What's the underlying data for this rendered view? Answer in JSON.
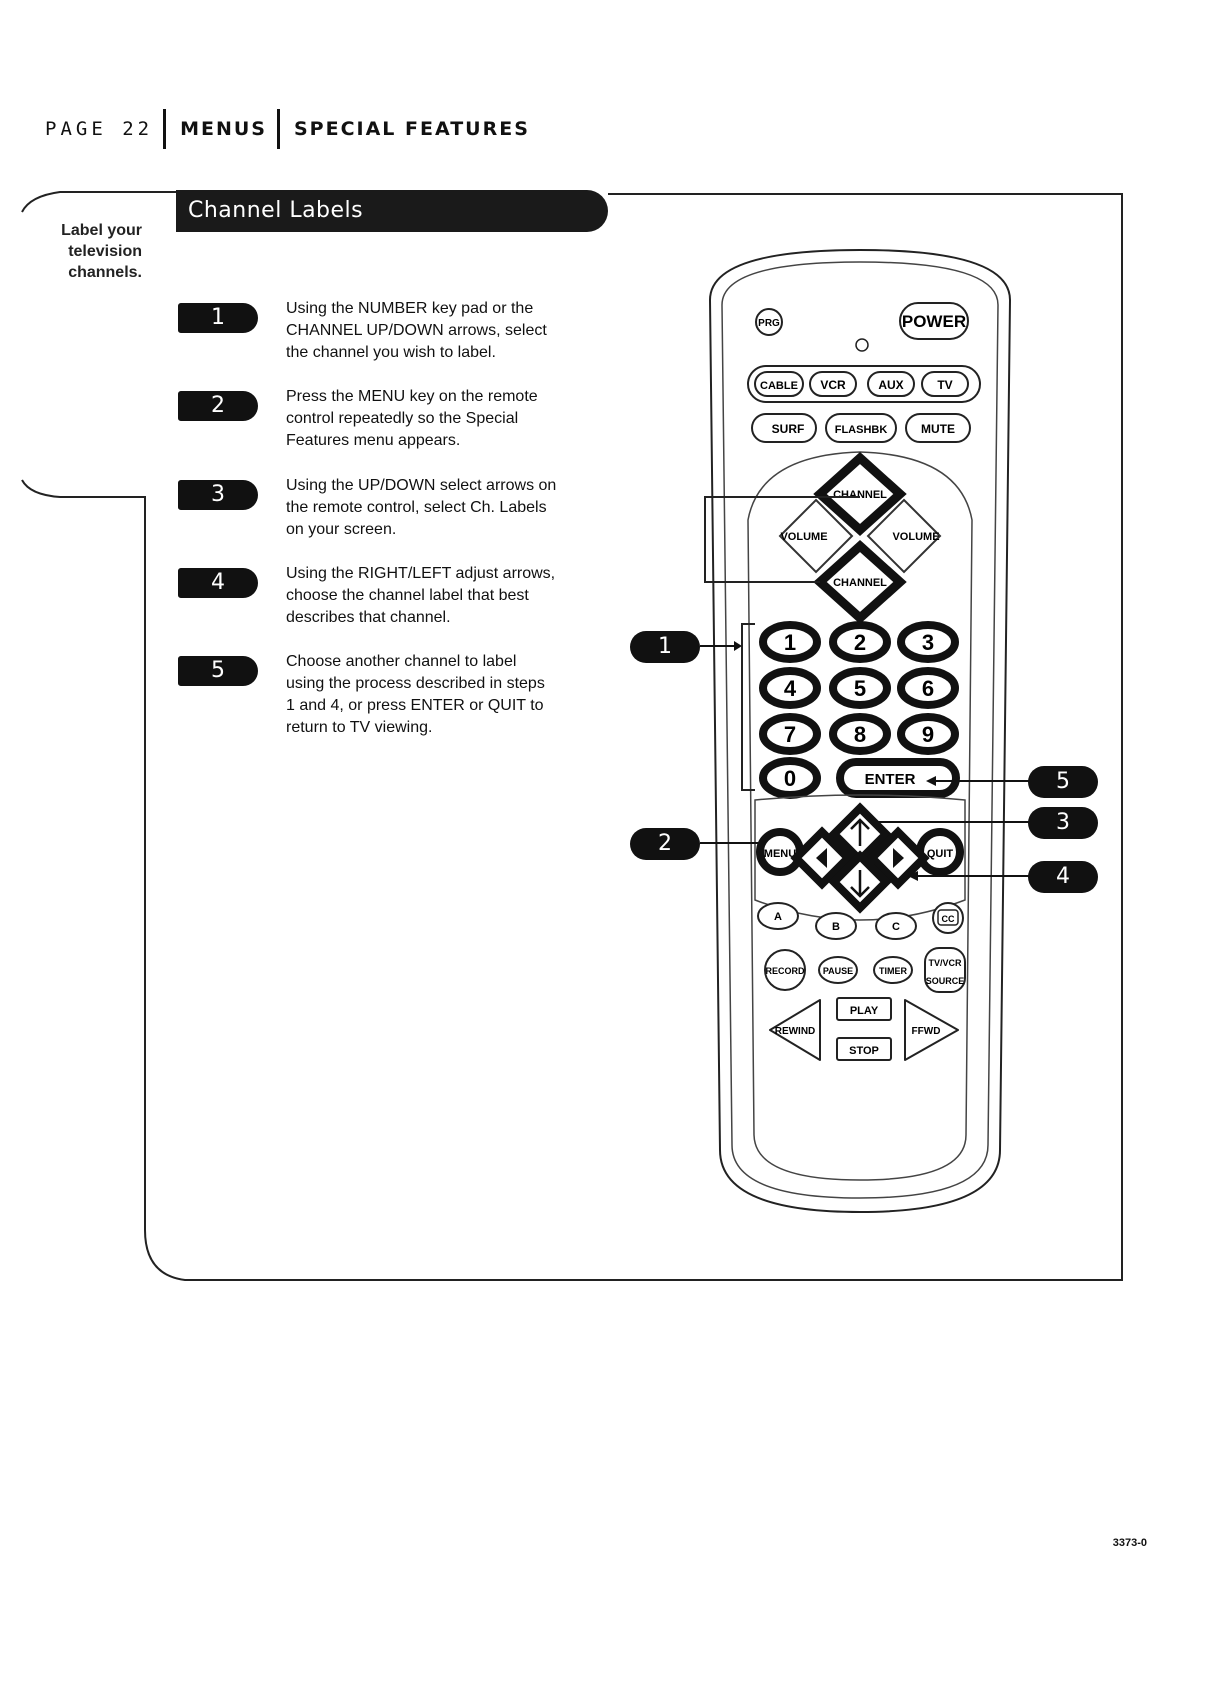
{
  "header": {
    "page": "PAGE 22",
    "section1": "MENUS",
    "section2": "SPECIAL FEATURES"
  },
  "title": "Channel Labels",
  "side_label": [
    "Label your",
    "television",
    "channels."
  ],
  "steps": [
    {
      "num": "1",
      "text": "Using the NUMBER key pad or the CHANNEL UP/DOWN arrows, select the channel you wish to label."
    },
    {
      "num": "2",
      "text": "Press the MENU key on the remote control repeatedly so the Special Features menu appears."
    },
    {
      "num": "3",
      "text": "Using the UP/DOWN select arrows on the remote control, select Ch. Labels on your screen."
    },
    {
      "num": "4",
      "text": "Using the RIGHT/LEFT adjust arrows, choose the channel label that best describes that channel."
    },
    {
      "num": "5",
      "text": "Choose another channel to label using the process described in steps 1 and 4, or press ENTER or QUIT to return to TV viewing."
    }
  ],
  "remote": {
    "prg": "PRG",
    "power": "POWER",
    "modes": [
      "CABLE",
      "VCR",
      "AUX",
      "TV"
    ],
    "surf": "SURF",
    "flashbk": "FLASHBK",
    "mute": "MUTE",
    "channel": "CHANNEL",
    "volume": "VOLUME",
    "digits": [
      "1",
      "2",
      "3",
      "4",
      "5",
      "6",
      "7",
      "8",
      "9",
      "0"
    ],
    "enter": "ENTER",
    "menu": "MENU",
    "quit": "QUIT",
    "abc": [
      "A",
      "B",
      "C"
    ],
    "cc": "CC",
    "record": "RECORD",
    "pause": "PAUSE",
    "timer": "TIMER",
    "tvvcr": "TV/VCR",
    "source": "SOURCE",
    "play": "PLAY",
    "stop": "STOP",
    "rewind": "REWIND",
    "ffwd": "FFWD"
  },
  "callouts": [
    "1",
    "2",
    "3",
    "4",
    "5"
  ],
  "footer": "3373-0"
}
